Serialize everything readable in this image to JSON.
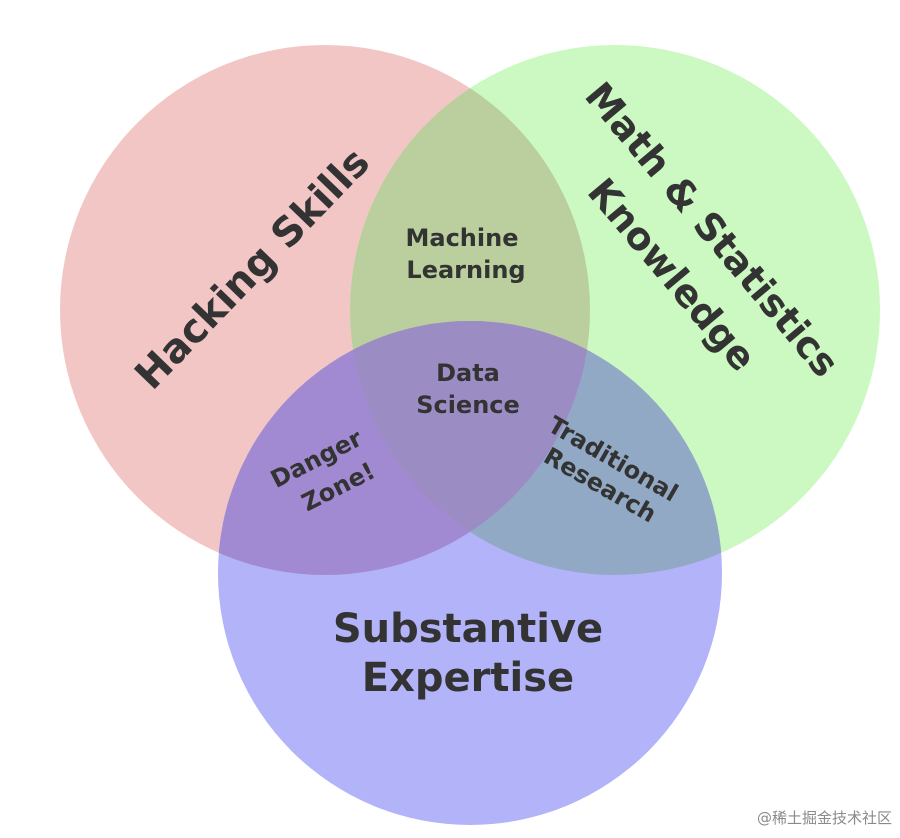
{
  "circles": {
    "hacking": {
      "label": "Hacking Skills",
      "color": "#f3c6c6"
    },
    "math": {
      "label_line1": "Math & Statistics",
      "label_line2": "Knowledge",
      "color": "#ccf8c2"
    },
    "expertise": {
      "label_line1": "Substantive",
      "label_line2": "Expertise",
      "color": "#b2b3f8"
    }
  },
  "overlaps": {
    "machine_learning": {
      "line1": "Machine",
      "line2": "Learning",
      "color": "#bacf9d"
    },
    "danger_zone": {
      "line1": "Danger",
      "line2": "Zone!",
      "color": "#a18ad2"
    },
    "traditional_research": {
      "line1": "Traditional",
      "line2": "Research",
      "color": "#92a9c6"
    },
    "data_science": {
      "line1": "Data",
      "line2": "Science",
      "color": "#9b8cc4"
    }
  },
  "watermark": "@稀土掘金技术社区"
}
